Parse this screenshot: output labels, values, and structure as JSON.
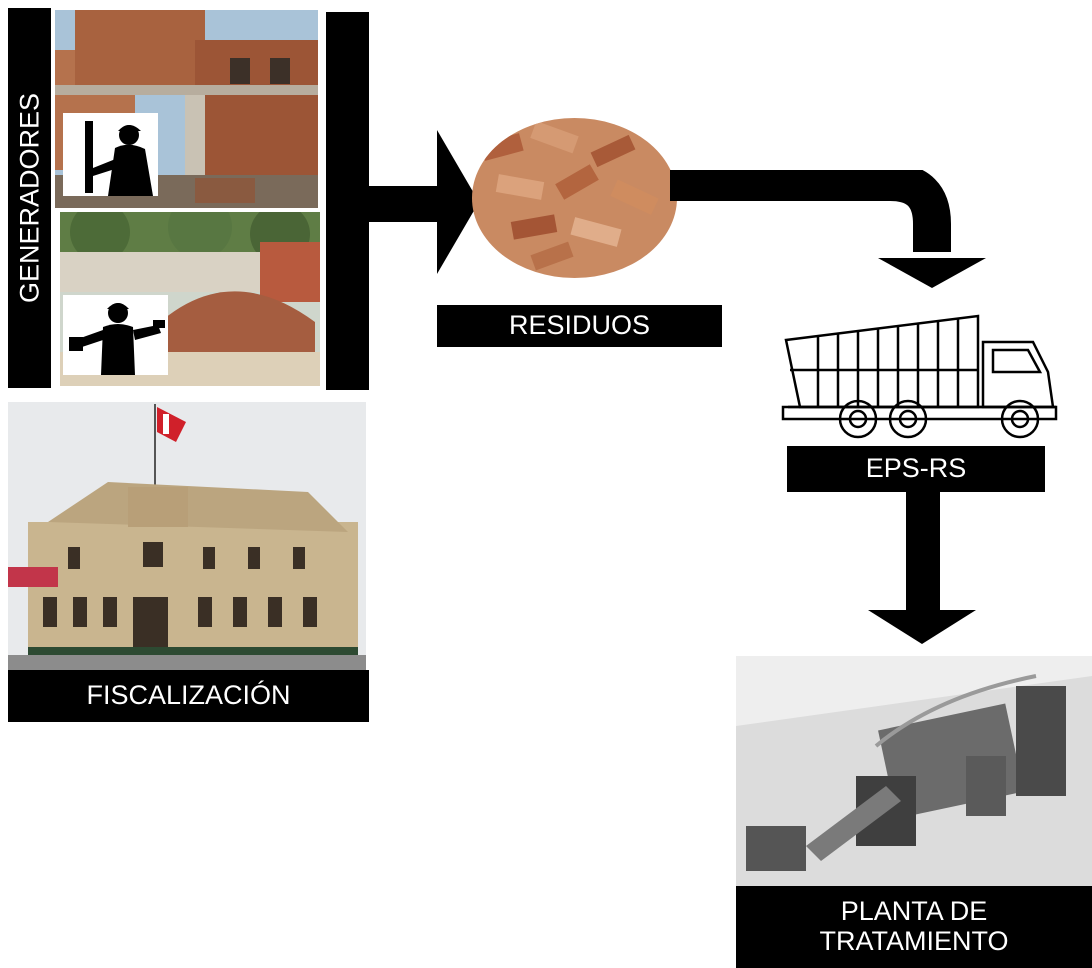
{
  "generators": {
    "label": "GENERADORES"
  },
  "labels": {
    "residuos": "RESIDUOS",
    "eps_rs": "EPS-RS",
    "fiscalizacion": "FISCALIZACIÓN",
    "planta_line1": "PLANTA DE",
    "planta_line2": "TRATAMIENTO"
  },
  "colors": {
    "label_bg": "#000000",
    "label_text": "#ffffff",
    "arrow": "#000000",
    "flag_red": "#d0202a"
  },
  "icons": [
    "worker-silhouette-icon",
    "truck-icon",
    "flag-icon"
  ]
}
